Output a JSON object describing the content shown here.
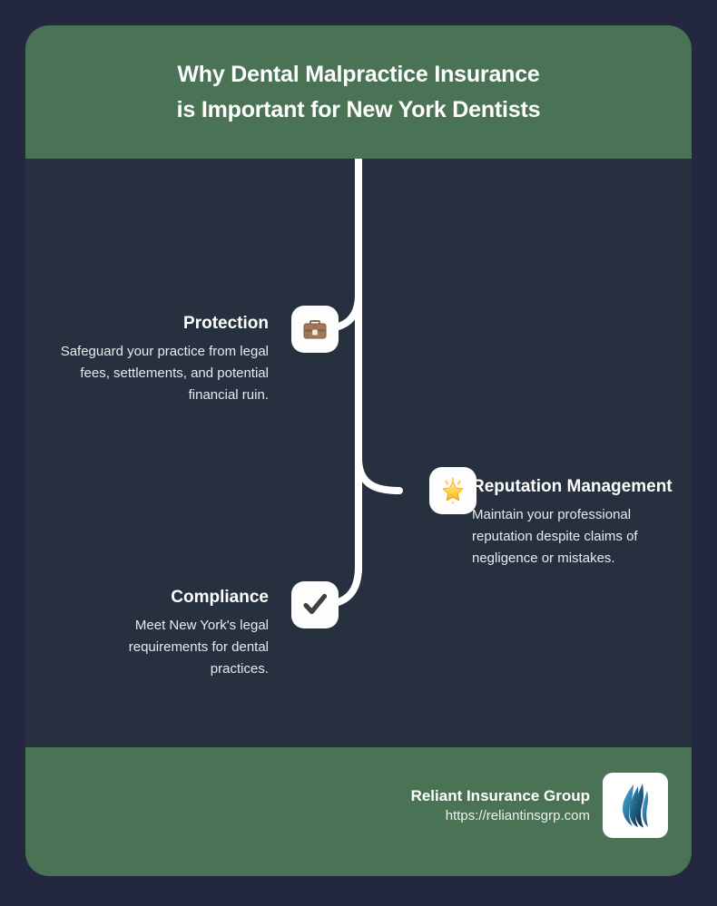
{
  "background_color": "#232840",
  "card_color": "#26303f",
  "accent_color": "#4a7355",
  "header": {
    "title_line1": "Why Dental Malpractice Insurance",
    "title_line2": "is Important for New York Dentists"
  },
  "items": [
    {
      "id": "protection",
      "icon": "briefcase-icon",
      "title": "Protection",
      "body": "Safeguard your practice from legal fees, settlements, and potential financial ruin."
    },
    {
      "id": "reputation",
      "icon": "glowing-star-icon",
      "title": "Reputation Management",
      "body": "Maintain your professional reputation despite claims of negligence or mistakes."
    },
    {
      "id": "compliance",
      "icon": "check-mark-icon",
      "title": "Compliance",
      "body": "Meet New York's legal requirements for dental practices."
    }
  ],
  "footer": {
    "company": "Reliant Insurance Group",
    "url": "https://reliantinsgrp.com",
    "logo": "flame-logo-icon"
  }
}
